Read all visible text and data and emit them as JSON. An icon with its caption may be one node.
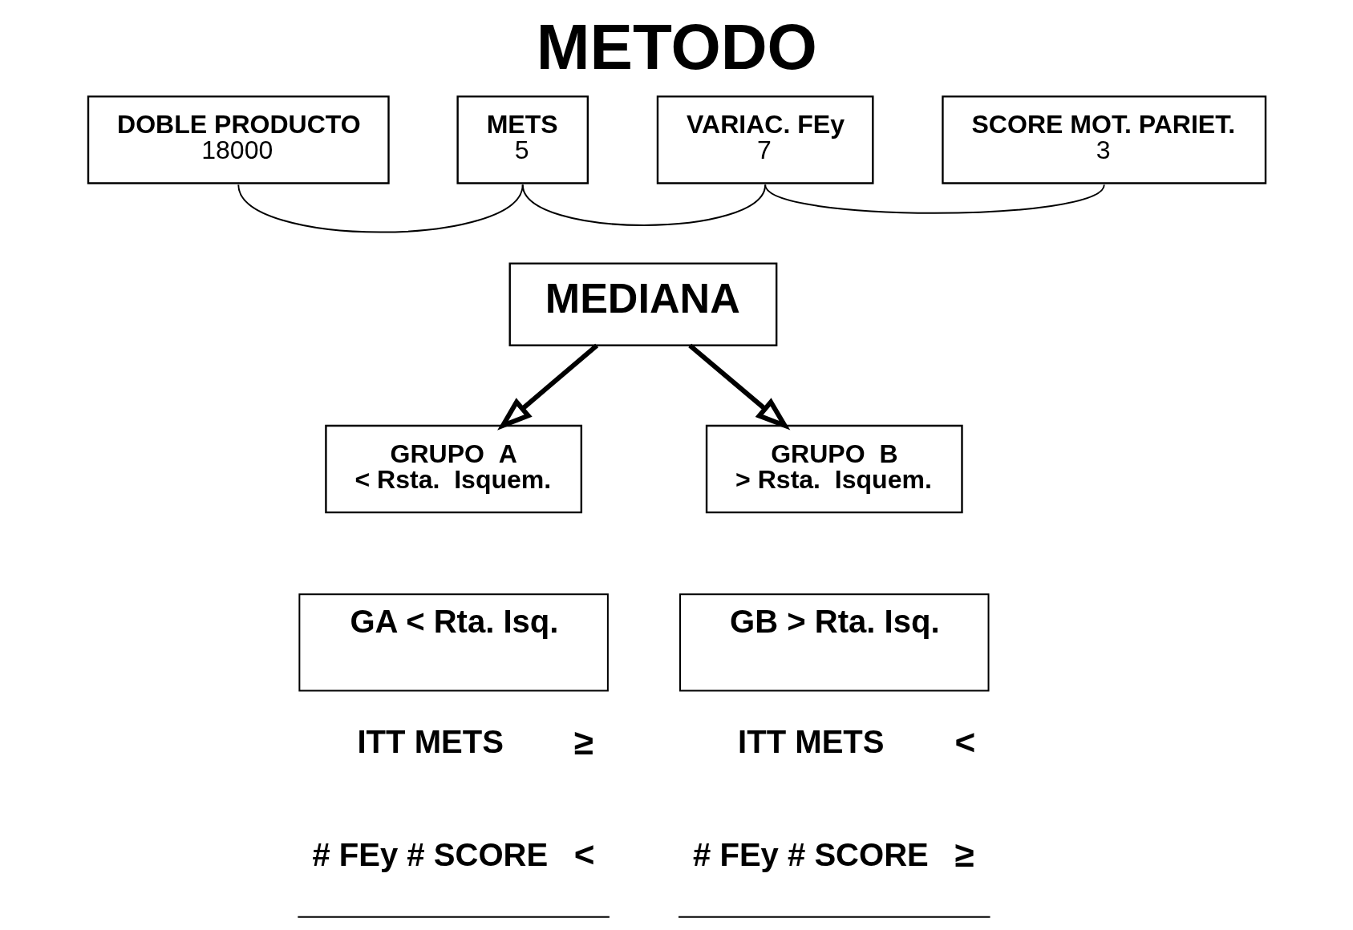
{
  "diagram": {
    "title": "METODO",
    "nodes": [
      {
        "text": [
          "DOBLE PRODUCTO",
          "18000"
        ]
      },
      {
        "text": [
          "METS",
          "5"
        ]
      },
      {
        "text": [
          "VARIAC. FEy",
          "7"
        ]
      },
      {
        "text": [
          "SCORE MOT. PARIET.",
          "3"
        ]
      },
      {
        "text": [
          "MEDIANA"
        ]
      },
      {
        "text": [
          "GRUPO  A",
          "< Rsta.  Isquem."
        ]
      },
      {
        "text": [
          "GRUPO  B",
          "> Rsta.  Isquem."
        ]
      },
      {
        "text": [
          "GA < Rta. Isq.",
          "ITT METS",
          "≥",
          "# FEy # SCORE",
          "<"
        ]
      },
      {
        "text": [
          "GB > Rta. Isq.",
          "ITT METS",
          "<",
          "# FEy # SCORE",
          "≥"
        ]
      }
    ],
    "edges": [
      {
        "from": 0,
        "to": 1,
        "arrow": "none"
      },
      {
        "from": 1,
        "to": 2,
        "arrow": "none"
      },
      {
        "from": 2,
        "to": 3,
        "arrow": "none"
      },
      {
        "from": 4,
        "to": 5,
        "arrow": "to",
        "style": "thick"
      },
      {
        "from": 4,
        "to": 6,
        "arrow": "to",
        "style": "thick"
      }
    ]
  }
}
